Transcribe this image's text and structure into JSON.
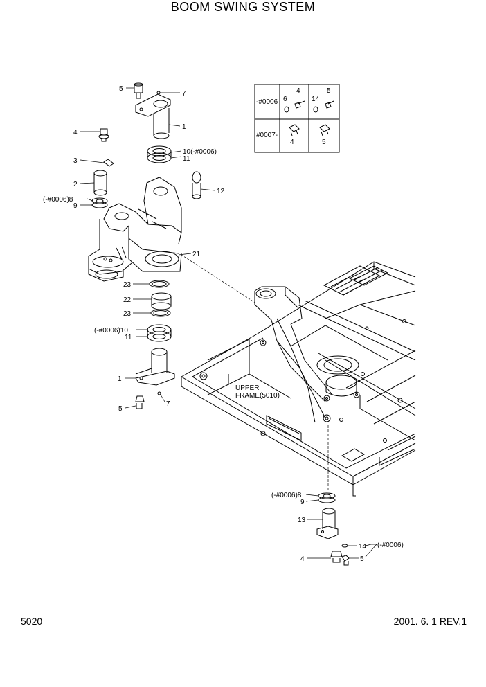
{
  "title": "BOOM SWING SYSTEM",
  "page_number": "5020",
  "revision": "2001. 6. 1 REV.1",
  "frame_label": [
    "UPPER",
    "FRAME(5010)"
  ],
  "inset": {
    "row1_label": "-#0006",
    "row2_label": "#0007-",
    "row1_parts": [
      "6",
      "4",
      "14",
      "5"
    ],
    "row2_parts": [
      "4",
      "5"
    ]
  },
  "callouts": [
    {
      "id": "c5a",
      "text": "5"
    },
    {
      "id": "c7a",
      "text": "7"
    },
    {
      "id": "c1a",
      "text": "1"
    },
    {
      "id": "c4a",
      "text": "4"
    },
    {
      "id": "c10a",
      "text": "10(-#0006)"
    },
    {
      "id": "c11a",
      "text": "11"
    },
    {
      "id": "c3",
      "text": "3"
    },
    {
      "id": "c2",
      "text": "2"
    },
    {
      "id": "c12",
      "text": "12"
    },
    {
      "id": "c8a",
      "text": "(-#0006)8"
    },
    {
      "id": "c9a",
      "text": "9"
    },
    {
      "id": "c21",
      "text": "21"
    },
    {
      "id": "c23a",
      "text": "23"
    },
    {
      "id": "c22",
      "text": "22"
    },
    {
      "id": "c23b",
      "text": "23"
    },
    {
      "id": "c10b",
      "text": "(-#0006)10"
    },
    {
      "id": "c11b",
      "text": "11"
    },
    {
      "id": "c1b",
      "text": "1"
    },
    {
      "id": "c5b",
      "text": "5"
    },
    {
      "id": "c7b",
      "text": "7"
    },
    {
      "id": "c8b",
      "text": "(-#0006)8"
    },
    {
      "id": "c9b",
      "text": "9"
    },
    {
      "id": "c13",
      "text": "13"
    },
    {
      "id": "c14",
      "text": "14"
    },
    {
      "id": "c0006",
      "text": "(-#0006)"
    },
    {
      "id": "c4b",
      "text": "4"
    },
    {
      "id": "c5c",
      "text": "5"
    }
  ]
}
